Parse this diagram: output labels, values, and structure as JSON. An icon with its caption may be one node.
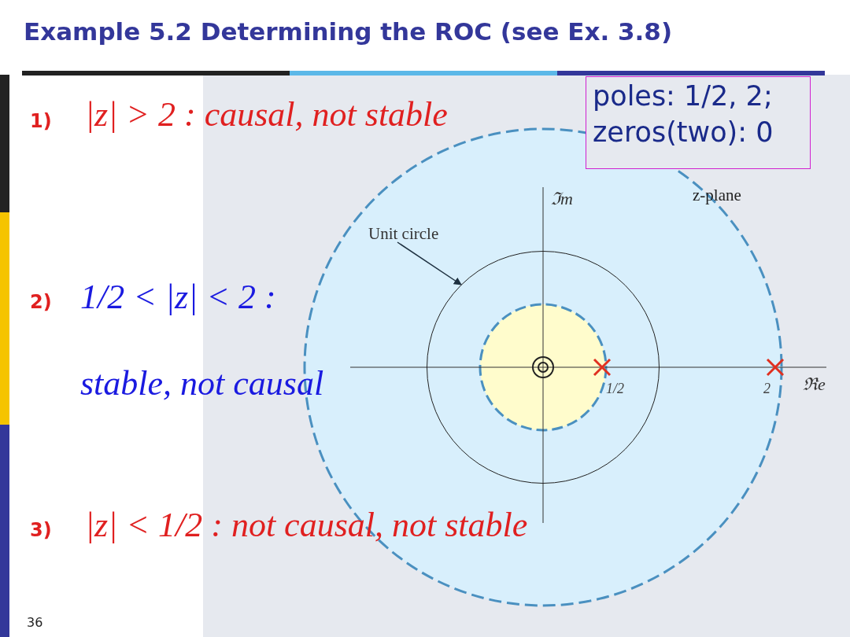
{
  "diagram": {
    "title": "Example 5.2 Determining the ROC (see Ex. 3.8)",
    "nodes": [
      {
        "text": [
          "poles: 1/2, 2; zeros(two): 0"
        ]
      },
      {
        "text": [
          "Unit circle"
        ]
      },
      {
        "text": [],
        "shape": "circle"
      }
    ],
    "edges": [
      {
        "from": 1,
        "to": 2,
        "arrow": "to"
      }
    ],
    "labels": [
      "1)",
      "|z| > 2 : causal, not stable",
      "ℑm",
      "z-plane",
      "2)",
      "1/2 < |z| < 2 :",
      "stable, not causal",
      "1/2",
      "2",
      "ℜe",
      "3)",
      "|z| < 1/2 : not causal, not stable",
      "36"
    ]
  }
}
